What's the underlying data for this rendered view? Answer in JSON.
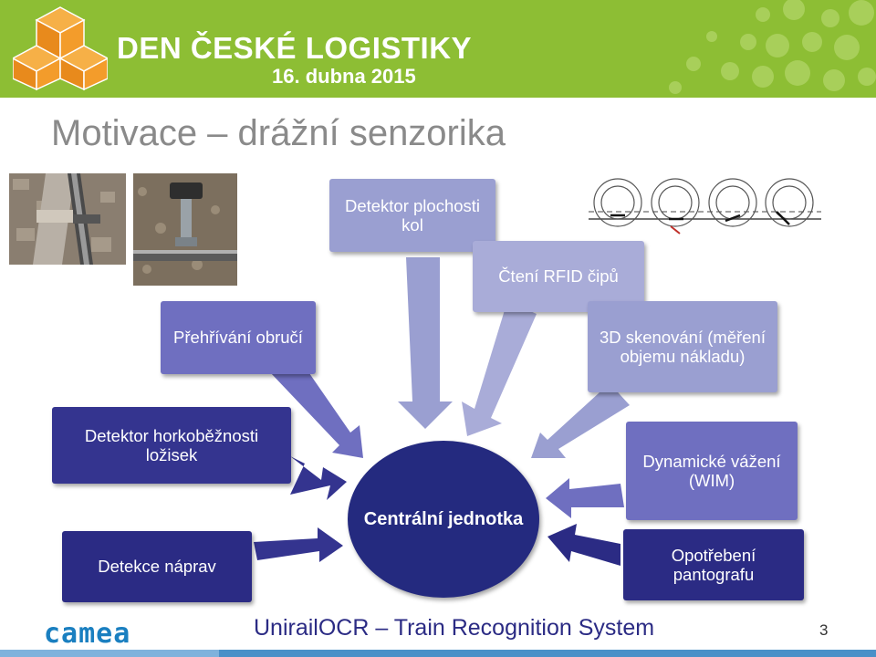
{
  "header": {
    "event_title": "DEN ČESKÉ LOGISTIKY",
    "event_date": "16. dubna 2015",
    "colors": {
      "band": "#8dbe34",
      "logo_orange": "#f39c2b"
    }
  },
  "slide": {
    "title": "Motivace – drážní senzorika"
  },
  "diagram": {
    "center": "Centrální jednotka",
    "nodes": {
      "flat_wheel": "Detektor plochosti kol",
      "rfid": "Čtení RFID čipů",
      "overheat": "Přehřívání obručí",
      "scan3d": "3D skenování (měření objemu nákladu)",
      "hotbox": "Detektor horkoběžnosti ložisek",
      "wim": "Dynamické vážení (WIM)",
      "axle": "Detekce náprav",
      "pantograph": "Opotřebení pantografu"
    }
  },
  "footer": {
    "brand": "camea",
    "title": "UnirailOCR – Train Recognition System",
    "page_number": "3"
  }
}
